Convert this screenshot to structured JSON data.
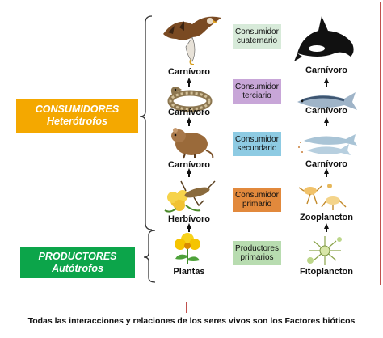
{
  "groups": {
    "consumers": {
      "line1": "CONSUMIDORES",
      "line2": "Heterótrofos"
    },
    "producers": {
      "line1": "PRODUCTORES",
      "line2": "Autótrofos"
    }
  },
  "colors": {
    "consumers_box": "#f4a800",
    "producers_box": "#0ca54a",
    "frame": "#c0504d",
    "level_quaternary": "#d7ead9",
    "level_tertiary": "#c8a6d8",
    "level_secondary": "#8ecbe3",
    "level_primary": "#e2893c",
    "level_producers": "#b8dcb0"
  },
  "levels": [
    {
      "id": "quaternary",
      "label": "Consumidor cuaternario"
    },
    {
      "id": "tertiary",
      "label": "Consumidor terciario"
    },
    {
      "id": "secondary",
      "label": "Consumidor secundario"
    },
    {
      "id": "primary",
      "label": "Consumidor primario"
    },
    {
      "id": "producers",
      "label": "Productores primarios"
    }
  ],
  "land_chain": [
    "Carnívoro",
    "Carnívoro",
    "Carnívoro",
    "Herbívoro",
    "Plantas"
  ],
  "sea_chain": [
    "Carnívoro",
    "Carnívoro",
    "Carnívoro",
    "Zooplancton",
    "Fitoplancton"
  ],
  "icons": {
    "land": [
      "hawk-icon",
      "snake-icon",
      "rodent-icon",
      "grasshopper-icon",
      "flower-icon"
    ],
    "sea": [
      "orca-icon",
      "tuna-icon",
      "sardine-icon",
      "zooplankton-icon",
      "phytoplankton-icon"
    ]
  },
  "caption": "Todas las interacciones y relaciones de los seres vivos son los Factores bióticos"
}
